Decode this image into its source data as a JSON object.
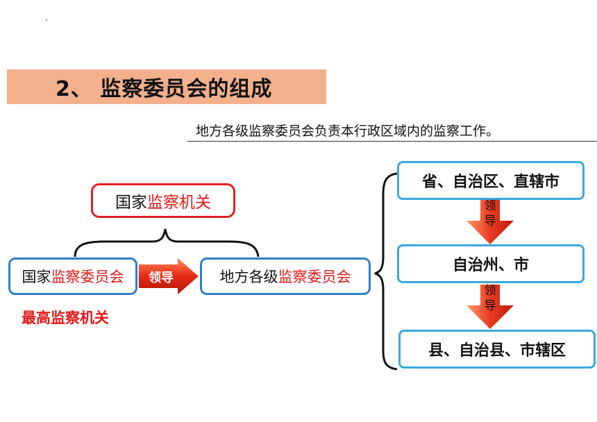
{
  "title": "2、 监察委员会的组成",
  "subtitle": "地方各级监察委员会负责本行政区域内的监察工作。",
  "national_organ": {
    "prefix": "国家",
    "highlight": "监察机关"
  },
  "national_committee": {
    "prefix": "国家",
    "highlight": "监察委员会"
  },
  "arrow_label": "领导",
  "local_committee": {
    "prefix": "地方各级",
    "highlight": "监察委员会"
  },
  "supreme_label": "最高监察机关",
  "levels": [
    {
      "label": "省、自治区、直辖市"
    },
    {
      "label": "自治州、市"
    },
    {
      "label": "县、自治县、市辖区"
    }
  ],
  "vertical_leads": [
    {
      "char1": "领",
      "char2": "导"
    },
    {
      "char1": "领",
      "char2": "导"
    }
  ],
  "colors": {
    "title_bg": "#f2b08d",
    "red": "#e11919",
    "blue_border": "#2f7fc4",
    "cyan_border": "#3aa8de",
    "arrow_red": "#e53822"
  }
}
